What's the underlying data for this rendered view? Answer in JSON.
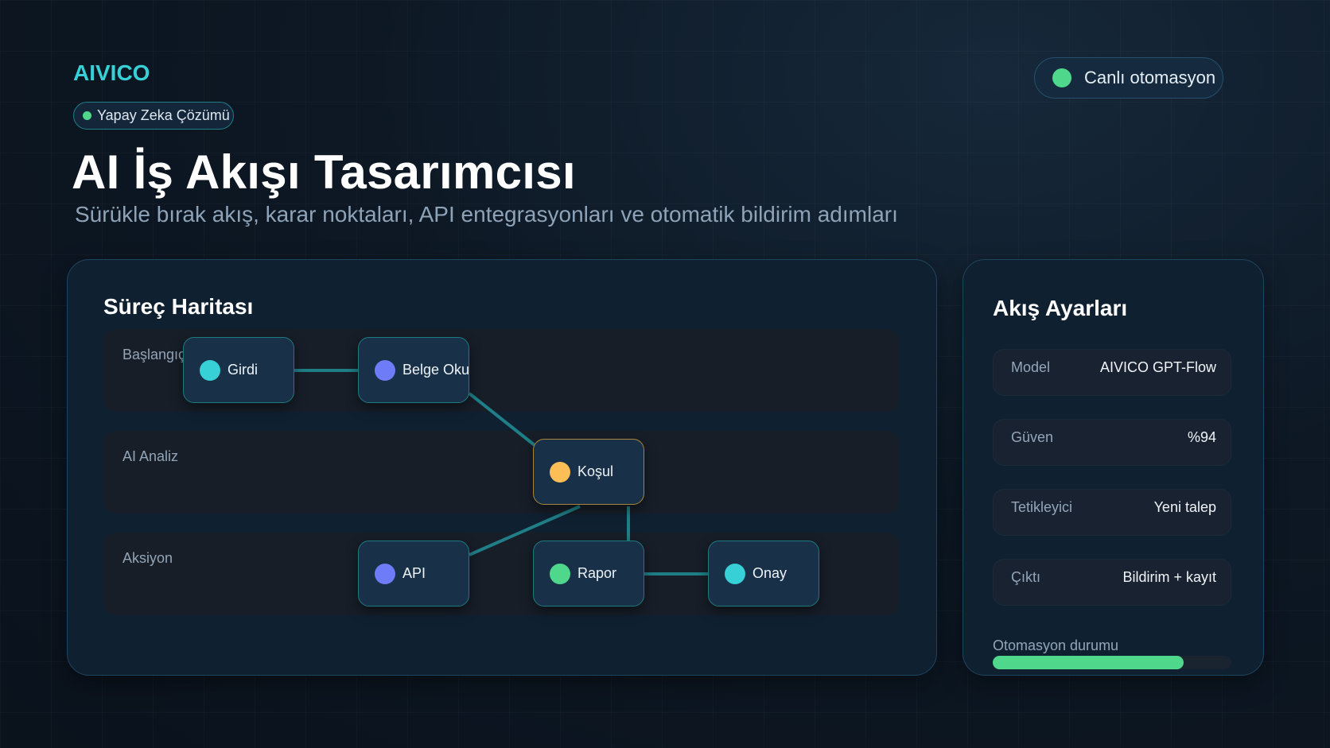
{
  "brand": "AIVICO",
  "tag": "Yapay Zeka Çözümü",
  "title": "AI İş Akışı Tasarımcısı",
  "subtitle": "Sürükle bırak akış, karar noktaları, API entegrasyonları ve otomatik bildirim adımları",
  "live_badge": "Canlı otomasyon",
  "colors": {
    "accent": "#36d0d6",
    "green": "#4fd88c",
    "purple": "#6f7cf7",
    "amber": "#fdbf55",
    "edge": "#1f7e86"
  },
  "map": {
    "title": "Süreç Haritası",
    "lanes": [
      "Başlangıç",
      "AI Analiz",
      "Aksiyon"
    ],
    "nodes": [
      {
        "label": "Girdi",
        "color": "#36d0d6"
      },
      {
        "label": "Belge Oku",
        "color": "#6f7cf7"
      },
      {
        "label": "Koşul",
        "color": "#fdbf55"
      },
      {
        "label": "API",
        "color": "#6f7cf7"
      },
      {
        "label": "Rapor",
        "color": "#4fd88c"
      },
      {
        "label": "Onay",
        "color": "#36d0d6"
      }
    ]
  },
  "settings": {
    "title": "Akış Ayarları",
    "rows": [
      {
        "key": "Model",
        "value": "AIVICO GPT-Flow"
      },
      {
        "key": "Güven",
        "value": "%94"
      },
      {
        "key": "Tetikleyici",
        "value": "Yeni talep"
      },
      {
        "key": "Çıktı",
        "value": "Bildirim + kayıt"
      }
    ],
    "status_label": "Otomasyon durumu",
    "status_progress": 0.8
  }
}
